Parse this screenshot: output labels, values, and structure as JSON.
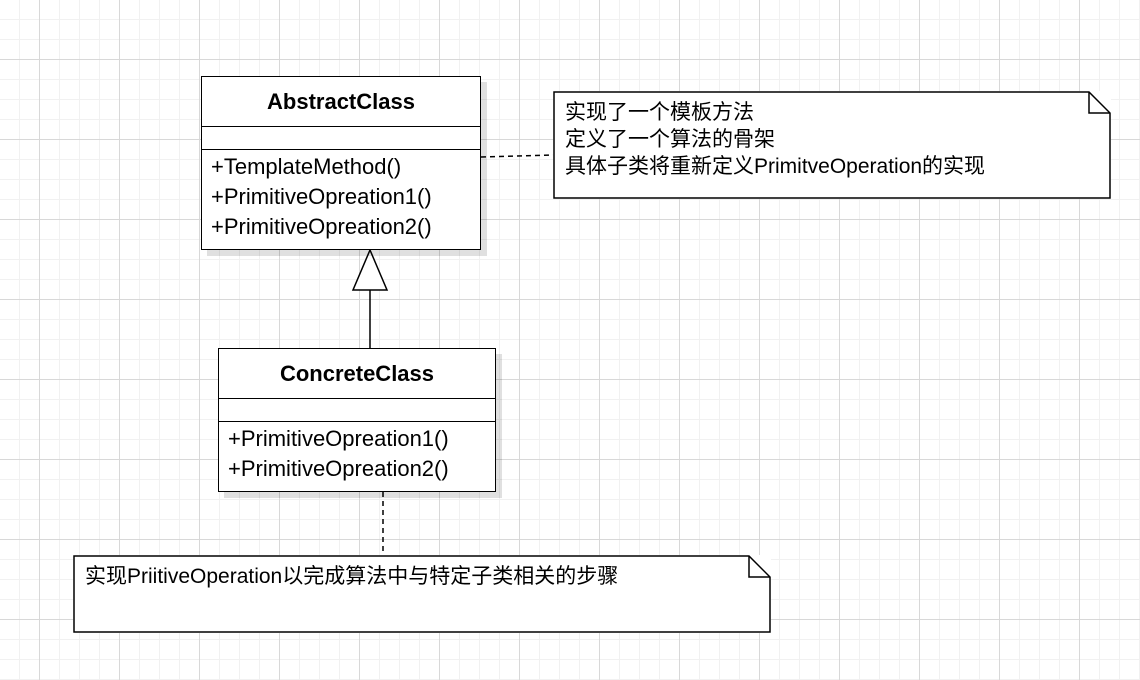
{
  "diagram": {
    "abstract_class": {
      "name": "AbstractClass",
      "attributes": [],
      "methods": [
        "+TemplateMethod()",
        "+PrimitiveOpreation1()",
        "+PrimitiveOpreation2()"
      ]
    },
    "concrete_class": {
      "name": "ConcreteClass",
      "attributes": [],
      "methods": [
        "+PrimitiveOpreation1()",
        "+PrimitiveOpreation2()"
      ]
    },
    "abstract_note": {
      "lines": [
        "实现了一个模板方法",
        "定义了一个算法的骨架",
        "具体子类将重新定义PrimitveOperation的实现"
      ]
    },
    "concrete_note": {
      "lines": [
        "实现PriitiveOperation以完成算法中与特定子类相关的步骤"
      ]
    },
    "relations": [
      {
        "type": "generalization",
        "from": "ConcreteClass",
        "to": "AbstractClass"
      },
      {
        "type": "note-anchor",
        "from": "AbstractClass",
        "to": "abstract_note"
      },
      {
        "type": "note-anchor",
        "from": "ConcreteClass",
        "to": "concrete_note"
      }
    ]
  }
}
